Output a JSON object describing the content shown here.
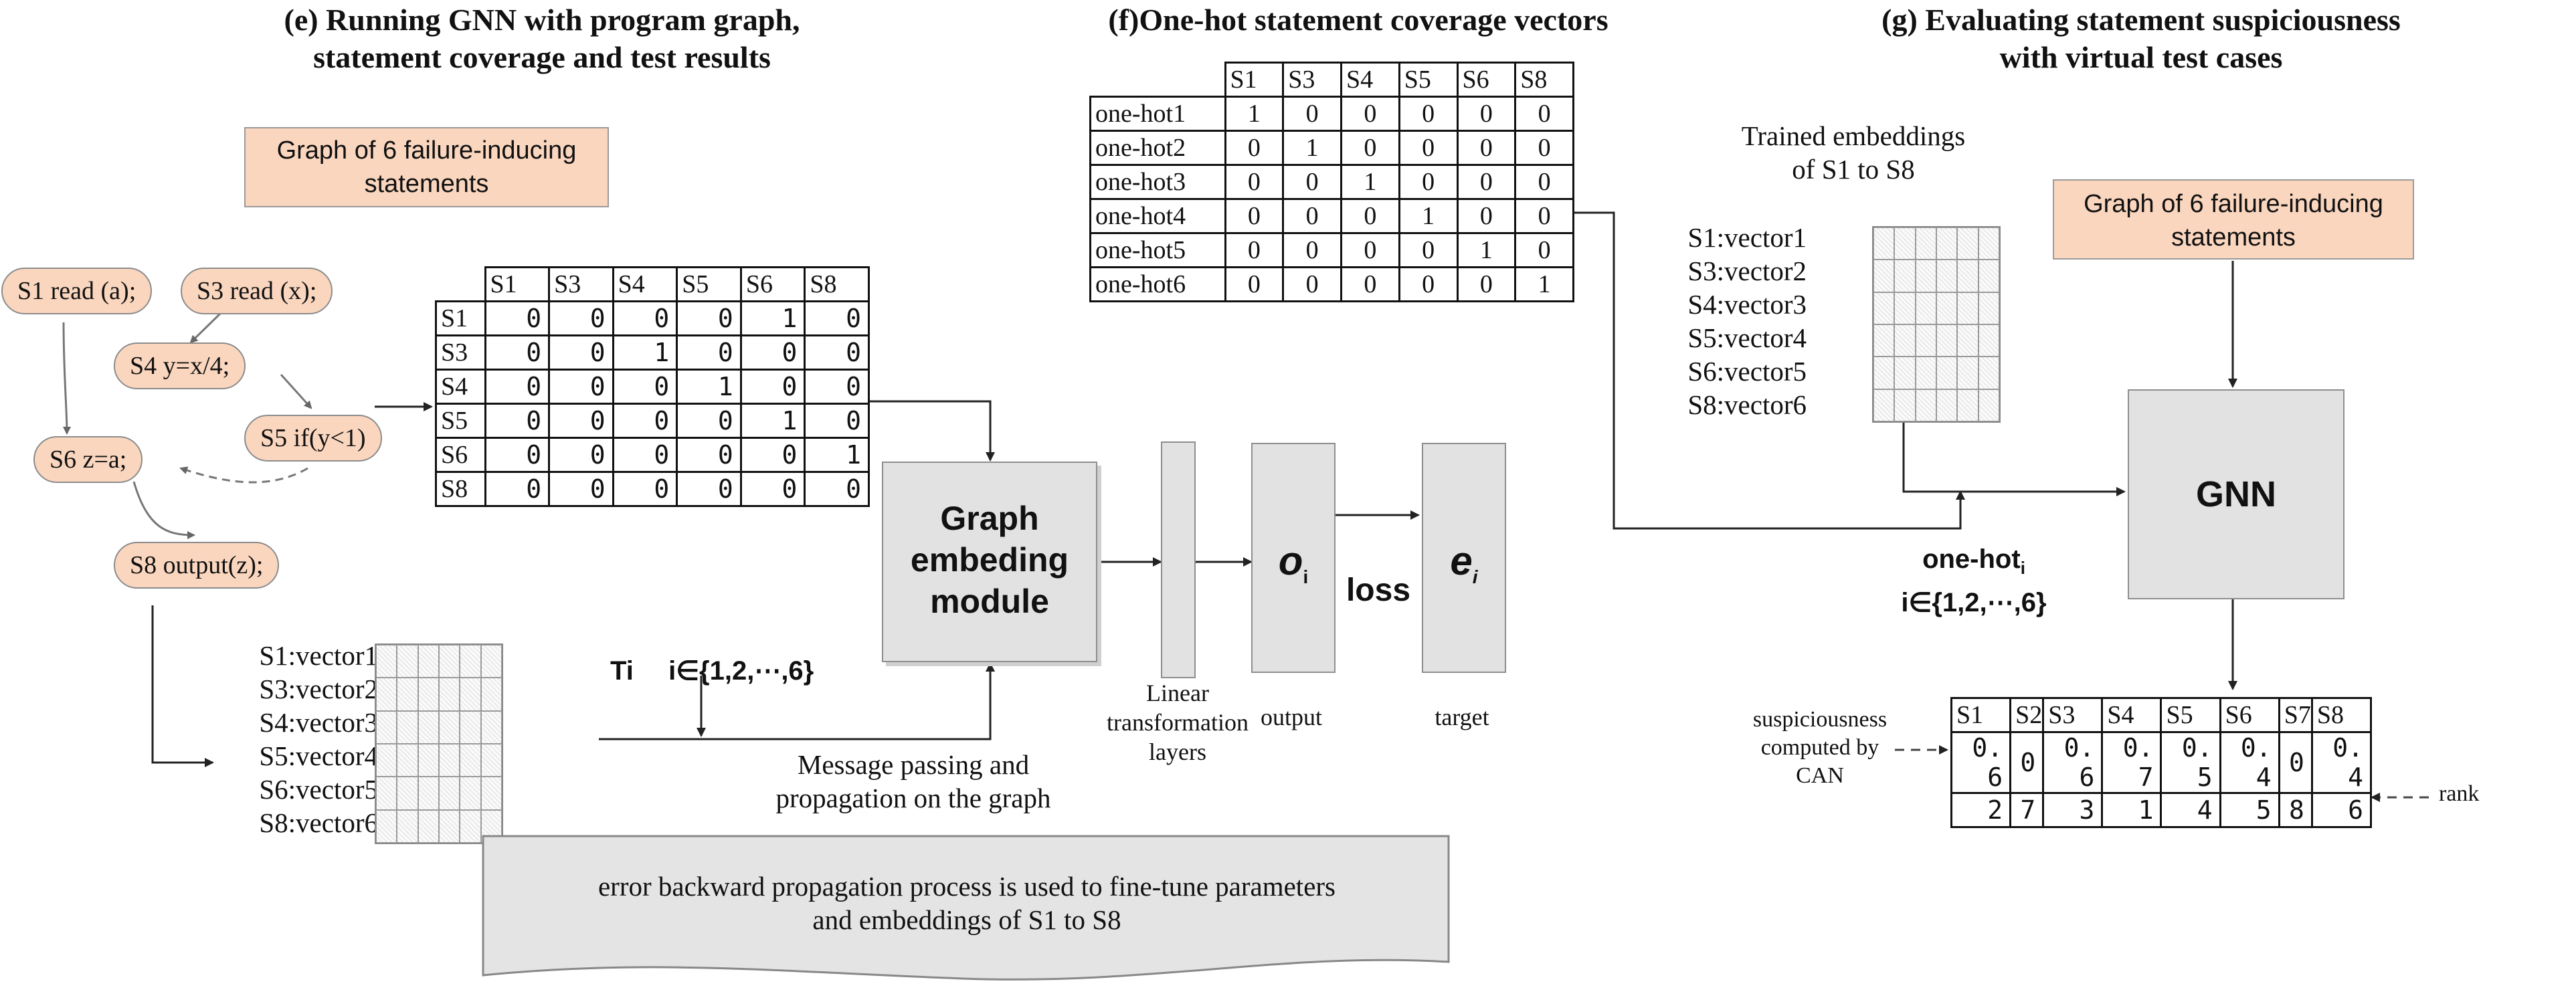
{
  "section_e": {
    "title_line1": "(e) Running GNN with program graph,",
    "title_line2": "statement coverage and test results",
    "graph_box": "Graph of 6 failure-inducing statements",
    "nodes": [
      {
        "id": "s1",
        "label": "S1 read (a);"
      },
      {
        "id": "s3",
        "label": "S3  read (x);"
      },
      {
        "id": "s4",
        "label": "S4  y=x/4;"
      },
      {
        "id": "s5",
        "label": "S5  if(y<1)"
      },
      {
        "id": "s6",
        "label": "S6 z=a;"
      },
      {
        "id": "s8",
        "label": "S8  output(z);"
      }
    ],
    "matrix": {
      "col_headers": [
        "S1",
        "S3",
        "S4",
        "S5",
        "S6",
        "S8"
      ],
      "row_headers": [
        "S1",
        "S3",
        "S4",
        "S5",
        "S6",
        "S8"
      ],
      "rows": [
        [
          "0",
          "0",
          "0",
          "0",
          "1",
          "0"
        ],
        [
          "0",
          "0",
          "1",
          "0",
          "0",
          "0"
        ],
        [
          "0",
          "0",
          "0",
          "1",
          "0",
          "0"
        ],
        [
          "0",
          "0",
          "0",
          "0",
          "1",
          "0"
        ],
        [
          "0",
          "0",
          "0",
          "0",
          "0",
          "1"
        ],
        [
          "0",
          "0",
          "0",
          "0",
          "0",
          "0"
        ]
      ]
    },
    "vectors": [
      "S1:vector1",
      "S3:vector2",
      "S4:vector3",
      "S5:vector4",
      "S6:vector5",
      "S8:vector6"
    ],
    "ti_label": "Ti",
    "ti_set": "i∈{1,2,⋯,6}",
    "graph_module": [
      "Graph",
      "embeding",
      "module"
    ],
    "message_passing": [
      "Message passing and",
      "propagation on the graph"
    ],
    "linear_label": [
      "Linear",
      "transformation",
      "layers"
    ],
    "output_symbol": "o",
    "output_sub": "i",
    "output_label": "output",
    "loss_label": "loss",
    "target_symbol": "e",
    "target_sub": "i",
    "target_label": "target",
    "error_banner": [
      "error backward propagation process is used to fine-tune parameters",
      "and  embeddings of S1 to S8"
    ]
  },
  "section_f": {
    "title": "(f)One-hot statement coverage vectors",
    "col_headers": [
      "S1",
      "S3",
      "S4",
      "S5",
      "S6",
      "S8"
    ],
    "row_headers": [
      "one-hot1",
      "one-hot2",
      "one-hot3",
      "one-hot4",
      "one-hot5",
      "one-hot6"
    ],
    "rows": [
      [
        "1",
        "0",
        "0",
        "0",
        "0",
        "0"
      ],
      [
        "0",
        "1",
        "0",
        "0",
        "0",
        "0"
      ],
      [
        "0",
        "0",
        "1",
        "0",
        "0",
        "0"
      ],
      [
        "0",
        "0",
        "0",
        "1",
        "0",
        "0"
      ],
      [
        "0",
        "0",
        "0",
        "0",
        "1",
        "0"
      ],
      [
        "0",
        "0",
        "0",
        "0",
        "0",
        "1"
      ]
    ]
  },
  "section_g": {
    "title_line1": "(g) Evaluating statement suspiciousness",
    "title_line2": "with virtual test cases",
    "trained_label": [
      "Trained embeddings",
      "of S1 to S8"
    ],
    "vectors": [
      "S1:vector1",
      "S3:vector2",
      "S4:vector3",
      "S5:vector4",
      "S6:vector5",
      "S8:vector6"
    ],
    "graph_box": "Graph of 6 failure-inducing statements",
    "gnn_label": "GNN",
    "onehot_label": "one-hot",
    "onehot_sub": "i",
    "onehot_set": "i∈{1,2,⋯,6}",
    "susp_cols": [
      "S1",
      "S2",
      "S3",
      "S4",
      "S5",
      "S6",
      "S7",
      "S8"
    ],
    "susp_values": [
      "0. 6",
      "0",
      "0. 6",
      "0. 7",
      "0. 5",
      "0. 4",
      "0",
      "0. 4"
    ],
    "rank_values": [
      "2",
      "7",
      "3",
      "1",
      "4",
      "5",
      "8",
      "6"
    ],
    "susp_label": [
      "suspiciousness",
      "computed by",
      "CAN"
    ],
    "rank_label": "rank"
  }
}
